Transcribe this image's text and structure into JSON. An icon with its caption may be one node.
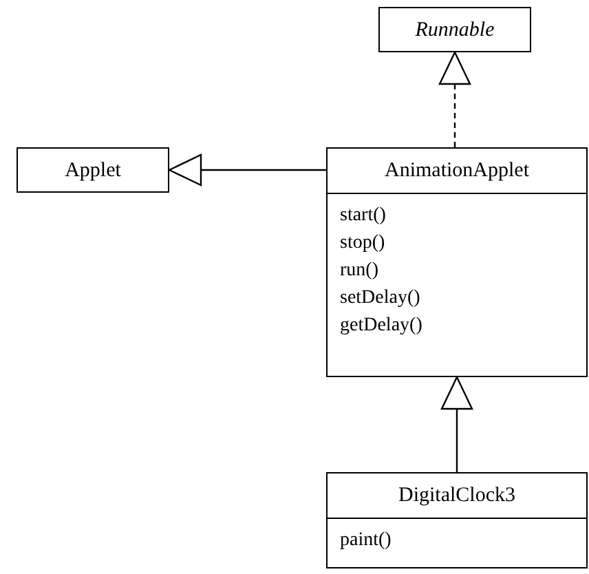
{
  "diagram": {
    "nodes": [
      {
        "text": [
          "Runnable"
        ]
      },
      {
        "text": [
          "Applet"
        ]
      },
      {
        "text": [
          "AnimationApplet",
          "start()",
          "stop()",
          "run()",
          "setDelay()",
          "getDelay()"
        ]
      },
      {
        "text": [
          "DigitalClock3",
          "paint()"
        ]
      }
    ],
    "edges": [
      {
        "from": 2,
        "to": 0,
        "arrow": "to",
        "style": "dashed"
      },
      {
        "from": 2,
        "to": 1,
        "arrow": "to"
      },
      {
        "from": 3,
        "to": 2,
        "arrow": "to"
      }
    ]
  }
}
